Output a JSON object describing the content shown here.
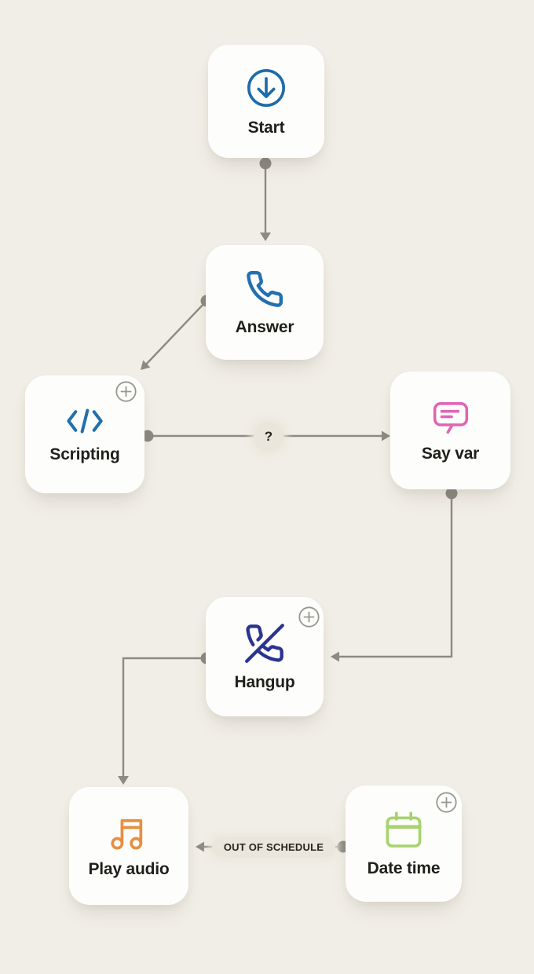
{
  "canvas": {
    "bg": "#f1eee7",
    "edge_color": "#8d8a83",
    "badge_bg": "#ebe6dc",
    "card_bg": "#fdfdfb",
    "label_color": "#201f1b"
  },
  "nodes": [
    {
      "id": "start",
      "label": "Start",
      "icon": "download-circle-icon",
      "color": "#1e6ba9",
      "has_add_button": false
    },
    {
      "id": "answer",
      "label": "Answer",
      "icon": "phone-icon",
      "color": "#2270ae",
      "has_add_button": false
    },
    {
      "id": "scripting",
      "label": "Scripting",
      "icon": "code-icon",
      "color": "#2270ae",
      "has_add_button": true
    },
    {
      "id": "sayvar",
      "label": "Say var",
      "icon": "speech-bubble-icon",
      "color": "#e263b4",
      "has_add_button": false
    },
    {
      "id": "hangup",
      "label": "Hangup",
      "icon": "phone-off-icon",
      "color": "#2a3490",
      "has_add_button": true
    },
    {
      "id": "playaudio",
      "label": "Play audio",
      "icon": "music-note-icon",
      "color": "#e78f41",
      "has_add_button": false
    },
    {
      "id": "datetime",
      "label": "Date time",
      "icon": "calendar-icon",
      "color": "#a7d36f",
      "has_add_button": true
    }
  ],
  "edges": [
    {
      "from": "start",
      "to": "answer",
      "label": ""
    },
    {
      "from": "answer",
      "to": "scripting",
      "label": ""
    },
    {
      "from": "scripting",
      "to": "sayvar",
      "label": "?"
    },
    {
      "from": "sayvar",
      "to": "hangup",
      "label": ""
    },
    {
      "from": "hangup",
      "to": "playaudio",
      "label": ""
    },
    {
      "from": "datetime",
      "to": "playaudio",
      "label": "OUT OF SCHEDULE"
    }
  ]
}
